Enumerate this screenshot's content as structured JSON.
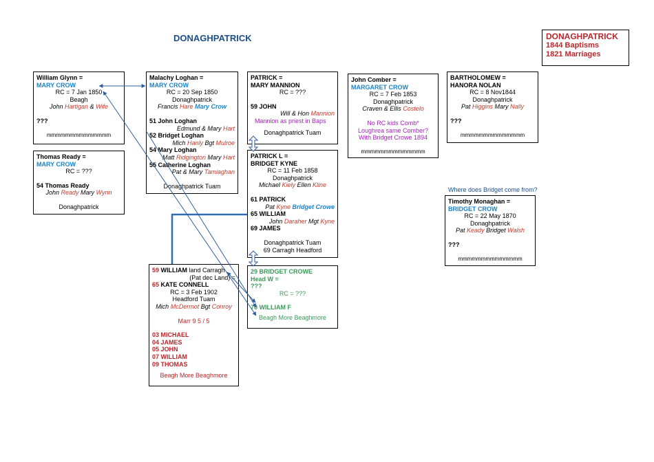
{
  "page_title": "DONAGHPATRICK",
  "legend": {
    "title": "DONAGHPATRICK",
    "line1": "1844  Baptisms",
    "line2": "1821  Marriages"
  },
  "note": "Where does Bridget come from?",
  "glynn": {
    "husband": "William Glynn  =",
    "wife": "MARY CROW",
    "rc": "RC = 7 Jan 1850",
    "place": "Beagh",
    "sp1": "John",
    "sp2": "Hartigan",
    "amp": "&",
    "sp3": "Wife",
    "q": "???",
    "m": "mmmmmmmmmmmmmm"
  },
  "ready": {
    "husband": "Thomas Ready  =",
    "wife": "MARY CROW",
    "rc": "RC = ???",
    "child": "54  Thomas Ready",
    "sp1": "John",
    "sp2": "Ready",
    "sp3": "Mary",
    "sp4": "Wynn",
    "place": "Donaghpatrick"
  },
  "loghan": {
    "husband": "Malachy Loghan  =",
    "wife": "MARY CROW",
    "rc": "RC = 20 Sep 1850",
    "place": "Donaghpatrick",
    "sp1": "Francis",
    "sp2": "Hare",
    "sp3": "Mary Crow",
    "children": [
      {
        "label": "51  John Loghan",
        "sp": [
          [
            "Edmund & Mary ",
            ""
          ],
          [
            "Hart",
            "red"
          ]
        ]
      },
      {
        "label": "52  Bridget Loghan",
        "sp": [
          [
            "Mich ",
            ""
          ],
          [
            "Hanly",
            "red"
          ],
          [
            " Bgt ",
            ""
          ],
          [
            "Mulroe",
            "red"
          ]
        ]
      },
      {
        "label": "54  Mary Loghan",
        "sp": [
          [
            "Matt ",
            ""
          ],
          [
            "Ridgington",
            "red"
          ],
          [
            " Mary ",
            ""
          ],
          [
            "Hart",
            "red"
          ]
        ]
      },
      {
        "label": "55  Catherine Loghan",
        "sp": [
          [
            "Pat & Mary  ",
            ""
          ],
          [
            "Tamiaghan",
            "red"
          ]
        ]
      }
    ],
    "footer": "Donaghpatrick  Tuam"
  },
  "patrick_mannion": {
    "husband": "PATRICK  =",
    "wife": "MARY MANNION",
    "rc": "RC = ???",
    "child": "59   JOHN",
    "sp1": "Will & Hon",
    "sp2": "Mannion",
    "note": "Mannion as priest in Baps",
    "footer": "Donaghpatrick  Tuam"
  },
  "kyne": {
    "husband": "PATRICK L  =",
    "wife": "BRIDGET KYNE",
    "rc": "RC = 11 Feb 1858",
    "place": "Donaghpatrick",
    "sp1": "Michael",
    "sp2": "Kiely",
    "sp3": "Ellen",
    "sp4": "Kline",
    "c1": "61  PATRICK",
    "c1sp1": "Pat",
    "c1sp2": "Kyne",
    "c1sp3": "Bridget Crowe",
    "c2": "65  WILLIAM",
    "c2sp1": "John",
    "c2sp2": "Daraher",
    "c2sp3": "Mgt",
    "c2sp4": "Kyne",
    "c3": "69  JAMES",
    "footer1": "Donaghpatrick  Tuam",
    "footer2": "69 Carragh Headford"
  },
  "comber": {
    "husband": "John Comber =",
    "wife": "MARGARET CROW",
    "rc": "RC = 7 Feb 1853",
    "place": "Donaghpatrick",
    "sp1": "Craven & Ellis",
    "sp2": "Costelo",
    "n1": "No RC kids Comb*",
    "n2": "Loughrea same Comber?",
    "n3": "With Bridget Crowe 1894",
    "m": "mmmmmmmmmmmmmm"
  },
  "nolan": {
    "husband": "BARTHOLOMEW =",
    "wife": "HANORA NOLAN",
    "rc": "RC = 8 Nov1844",
    "place": "Donaghpatrick",
    "sp1": "Pat",
    "sp2": "Higgins",
    "sp3": "Mary",
    "sp4": "Nally",
    "q": "???",
    "m": "mmmmmmmmmmmmmm"
  },
  "monaghan": {
    "husband": "Timothy Monaghan  =",
    "wife": "BRIDGET CROW",
    "rc": "RC = 22 May 1870",
    "place": "Donaghpatrick",
    "sp1": "Pat",
    "sp2": "Keady",
    "sp3": "Bridget",
    "sp4": "Walsh",
    "q": "???",
    "m": "mmmmmmmmmmmmmm"
  },
  "connell": {
    "l1num": "59",
    "l1name": "WILLIAM",
    "l1rest": " land Carragh",
    "l2": "(Pat dec Land)  =",
    "l3num": "65",
    "l3name": "KATE CONNELL",
    "rc": "RC = 3 Feb 1902",
    "place": "Headford Tuam",
    "sp1": "Mich",
    "sp2": "McDermot",
    "sp3": "Bgt",
    "sp4": "Conroy",
    "marr": "Marr 9  5 / 5",
    "children": [
      "03  MICHAEL",
      "04  JAMES",
      "05  JOHN",
      "07  WILLIAM",
      "09  THOMAS"
    ],
    "footer": "Beagh More Beaghmore"
  },
  "crowe": {
    "l1": "29  BRIDGET CROWE",
    "l2": "Head W =",
    "l3": "???",
    "rc": "RC = ???",
    "child": "70  WILLIAM F",
    "footer": "Beagh More Beaghmore"
  }
}
